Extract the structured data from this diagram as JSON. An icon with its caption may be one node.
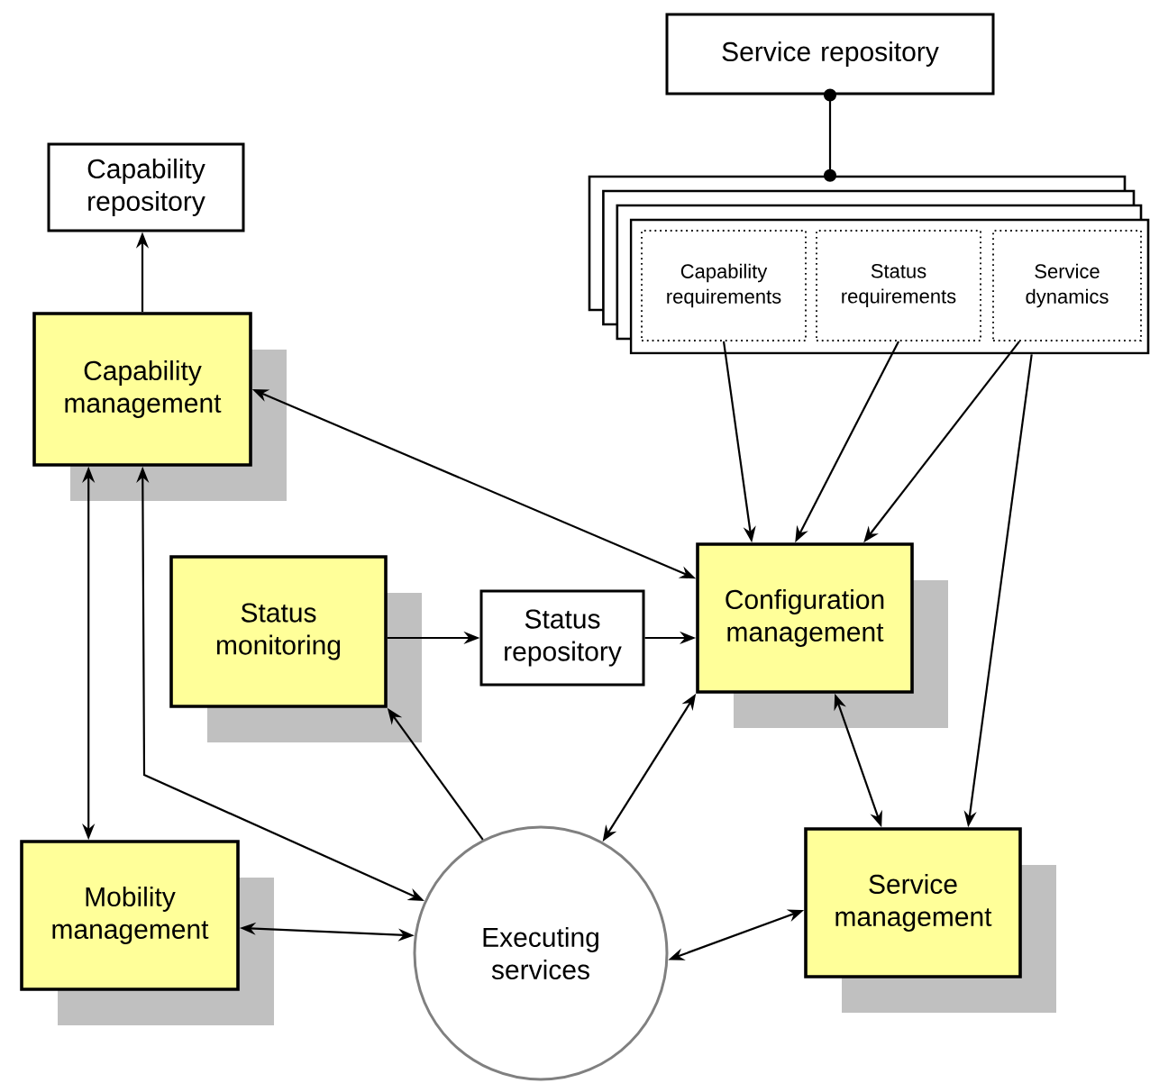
{
  "diagram": {
    "nodes": [
      {
        "text": [
          "Service repository"
        ]
      },
      {
        "text": [],
        "shape": "box"
      },
      {
        "text": [
          "Capability requirements"
        ],
        "in": 1
      },
      {
        "text": [
          "Status requirements"
        ],
        "in": 1
      },
      {
        "text": [
          "Service dynamics"
        ],
        "in": 1
      },
      {
        "text": [
          "Capability repository"
        ]
      },
      {
        "text": [
          "Capability management"
        ]
      },
      {
        "text": [
          "Status monitoring"
        ]
      },
      {
        "text": [
          "Status repository"
        ]
      },
      {
        "text": [
          "Configuration management"
        ]
      },
      {
        "text": [
          "Mobility management"
        ]
      },
      {
        "text": [
          "Executing services"
        ]
      },
      {
        "text": [
          "Service management"
        ]
      }
    ],
    "edges": [
      {
        "from": 0,
        "to": 1,
        "arrow": "other"
      },
      {
        "from": 6,
        "to": 5,
        "arrow": "to"
      },
      {
        "from": 6,
        "to": 9,
        "arrow": "both"
      },
      {
        "from": 6,
        "to": 10,
        "arrow": "both"
      },
      {
        "from": 11,
        "to": 6,
        "arrow": "both"
      },
      {
        "from": 11,
        "to": 7,
        "arrow": "to"
      },
      {
        "from": 7,
        "to": 8,
        "arrow": "to"
      },
      {
        "from": 8,
        "to": 9,
        "arrow": "to"
      },
      {
        "from": 2,
        "to": 9,
        "arrow": "to"
      },
      {
        "from": 3,
        "to": 9,
        "arrow": "to"
      },
      {
        "from": 4,
        "to": 9,
        "arrow": "to"
      },
      {
        "from": 1,
        "to": 12,
        "arrow": "to"
      },
      {
        "from": 11,
        "to": 9,
        "arrow": "both"
      },
      {
        "from": 9,
        "to": 12,
        "arrow": "both"
      },
      {
        "from": 10,
        "to": 11,
        "arrow": "both"
      },
      {
        "from": 11,
        "to": 12,
        "arrow": "both"
      }
    ]
  }
}
